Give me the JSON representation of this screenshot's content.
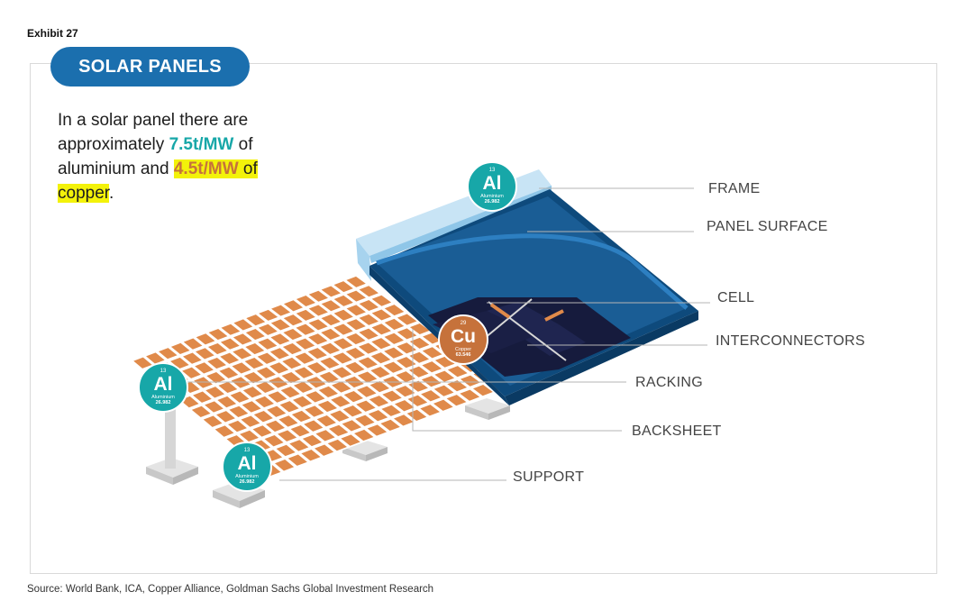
{
  "exhibit": "Exhibit 27",
  "title": "SOLAR PANELS",
  "intro": {
    "part1": "In a solar panel there are approximately ",
    "al_amount": "7.5t/MW",
    "part2": " of aluminium and ",
    "cu_amount": "4.5t/MW",
    "part3": " of",
    "part4": "copper",
    "part5": "."
  },
  "labels": {
    "frame": "FRAME",
    "panel_surface": "PANEL SURFACE",
    "cell": "CELL",
    "interconnectors": "INTERCONNECTORS",
    "racking": "RACKING",
    "backsheet": "BACKSHEET",
    "support": "SUPPORT"
  },
  "elements": {
    "aluminium": {
      "number": "13",
      "symbol": "Al",
      "name": "Aluminium",
      "mass": "26.982",
      "color": "#17a7a8"
    },
    "copper": {
      "number": "29",
      "symbol": "Cu",
      "name": "Copper",
      "mass": "63.546",
      "color": "#c6723b"
    }
  },
  "colors": {
    "title_bg": "#1b6fae",
    "panel_dark": "#0e4a7c",
    "frame_light": "#a7d3ee",
    "cell_orange": "#e08a4a",
    "highlight": "#f3f20a"
  },
  "source": "Source: World Bank, ICA, Copper Alliance, Goldman Sachs Global Investment Research"
}
